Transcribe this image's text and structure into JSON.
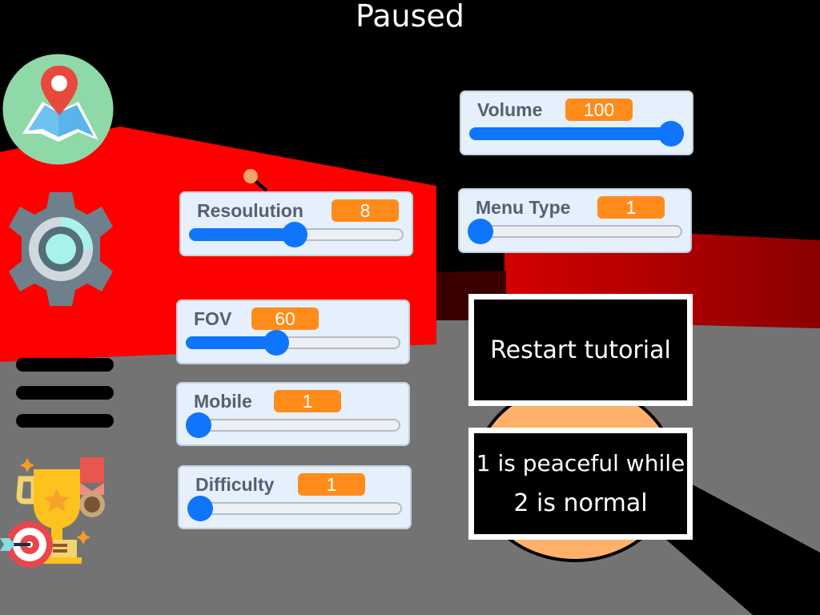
{
  "header": {
    "title": "Paused"
  },
  "sidebar": {
    "icons": [
      {
        "name": "map-icon",
        "label": "Map"
      },
      {
        "name": "gear-icon",
        "label": "Settings"
      },
      {
        "name": "hamburger-menu-icon",
        "label": "Menu"
      },
      {
        "name": "trophy-icon",
        "label": "Achievements"
      }
    ]
  },
  "settings": {
    "resolution": {
      "label": "Resoulution",
      "value": "8",
      "fraction": 0.49
    },
    "fov": {
      "label": "FOV",
      "value": "60",
      "fraction": 0.41
    },
    "mobile": {
      "label": "Mobile",
      "value": "1",
      "fraction": 0.0
    },
    "difficulty": {
      "label": "Difficulty",
      "value": "1",
      "fraction": 0.0
    },
    "volume": {
      "label": "Volume",
      "value": "100",
      "fraction": 1.0
    },
    "menu_type": {
      "label": "Menu Type",
      "value": "1",
      "fraction": 0.0
    }
  },
  "buttons": {
    "restart_tutorial": "Restart tutorial"
  },
  "info": {
    "difficulty_note_line1": "1 is peaceful while",
    "difficulty_note_line2": "2 is normal"
  },
  "colors": {
    "monitor_bg": "#e5f0fc",
    "value_badge": "#ff8c1a",
    "slider_blue": "#0f75fa",
    "wall_red": "#ff0000",
    "floor_gray": "#737373",
    "sky": "#000000"
  }
}
